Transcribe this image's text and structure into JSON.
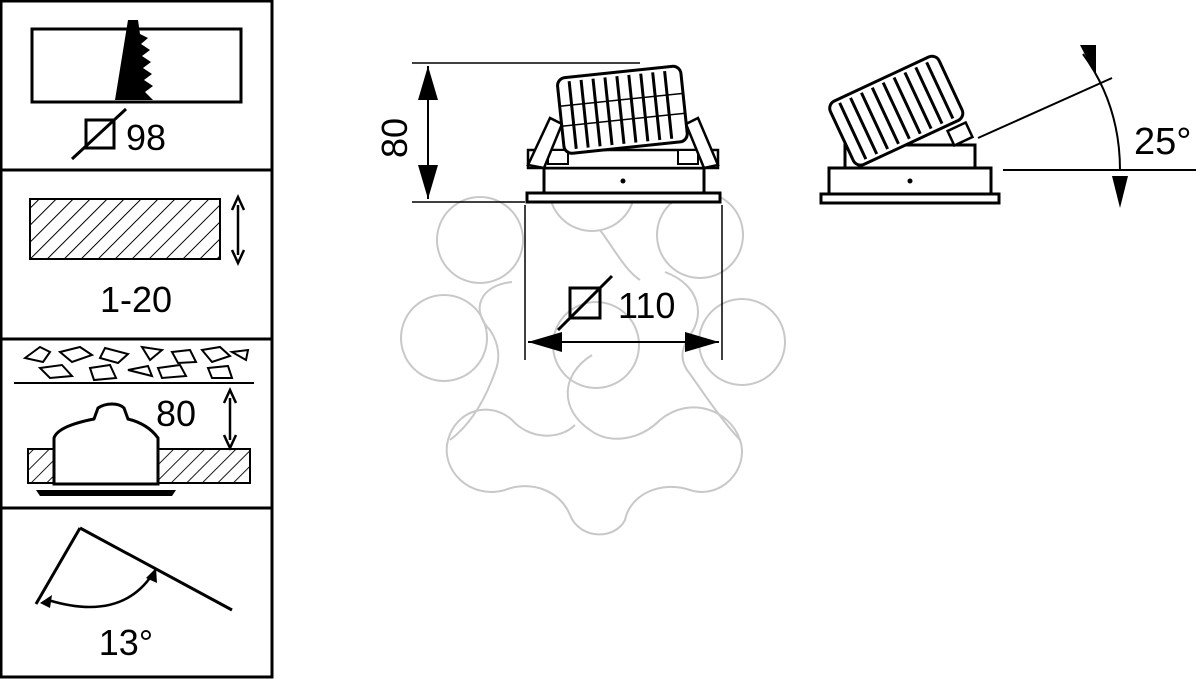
{
  "panels": {
    "cutout": {
      "diameter": "98"
    },
    "ceiling_thickness": {
      "range": "1-20"
    },
    "recess_depth": {
      "value": "80"
    },
    "tilt_angle": {
      "value": "13°"
    }
  },
  "front_view": {
    "height": "80",
    "diameter": "110"
  },
  "side_view": {
    "tilt": "25°"
  },
  "colors": {
    "line": "#000000",
    "watermark": "#c8c8c8",
    "background": "#ffffff"
  }
}
